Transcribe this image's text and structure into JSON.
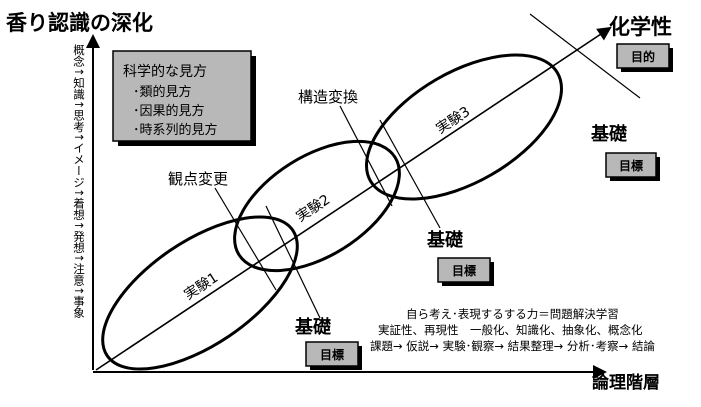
{
  "title": "香り認識の深化",
  "y_axis_label": "概念↑知識↑思考↑イメージ↑着想↑発想↑注意↑事象",
  "x_axis_label": "論理階層",
  "top_right_label": "化学性",
  "top_right_box": "目的",
  "legend": {
    "heading": "科学的な見方",
    "items": [
      "･類的見方",
      "･因果的見方",
      "･時系列的見方"
    ]
  },
  "experiments": [
    "実験1",
    "実験2",
    "実験3"
  ],
  "transitions": [
    "観点変更",
    "構造変換"
  ],
  "foundation_label": "基礎",
  "goal_box_label": "目標",
  "process": {
    "line1": "自ら考え･表現するする力＝問題解決学習",
    "line2": "実証性、再現性　一般化、知識化、抽象化、概念化",
    "line3": "課題→ 仮説→ 実験･観察→ 結果整理→ 分析･考察→ 結論"
  },
  "colors": {
    "box_fill": "#b8b8b8",
    "line": "#000000"
  }
}
